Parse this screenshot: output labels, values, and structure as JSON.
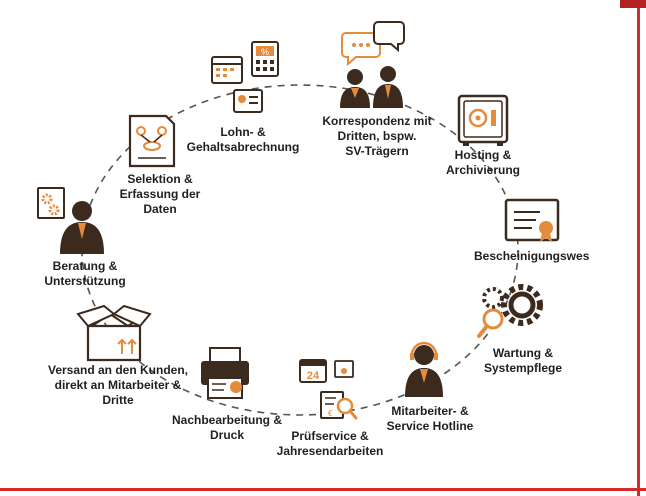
{
  "diagram": {
    "items": [
      {
        "id": "lohn",
        "label": "Lohn- &\nGehaltsabrechnung",
        "icon": "payroll-calendar-icon"
      },
      {
        "id": "korrespondenz",
        "label": "Korrespondenz mit\nDritten, bspw.\nSV-Trägern",
        "icon": "speech-people-icon"
      },
      {
        "id": "hosting",
        "label": "Hosting &\nArchivierung",
        "icon": "safe-icon"
      },
      {
        "id": "bescheinigung",
        "label": "Bescheinigungswes",
        "icon": "certificate-icon"
      },
      {
        "id": "wartung",
        "label": "Wartung &\nSystempflege",
        "icon": "gears-search-icon"
      },
      {
        "id": "hotline",
        "label": "Mitarbeiter- &\nService Hotline",
        "icon": "headset-person-icon"
      },
      {
        "id": "pruefservice",
        "label": "Prüfservice &\nJahresendarbeiten",
        "icon": "calendar-24-icon"
      },
      {
        "id": "nachbearbeitung",
        "label": "Nachbearbeitung &\nDruck",
        "icon": "printer-icon"
      },
      {
        "id": "versand",
        "label": "Versand an den Kunden,\ndirekt an Mitarbeiter &\nDritte",
        "icon": "box-icon"
      },
      {
        "id": "beratung",
        "label": "Beratung &\nUnterstützung",
        "icon": "consultant-icon"
      },
      {
        "id": "selektion",
        "label": "Selektion &\nErfassung der\nDaten",
        "icon": "data-selection-icon"
      }
    ],
    "calendar_day": "24",
    "colors": {
      "accent": "#e58b3c",
      "dark": "#3d2a1e",
      "frame": "#d32b2b",
      "ring": "#555555"
    }
  }
}
